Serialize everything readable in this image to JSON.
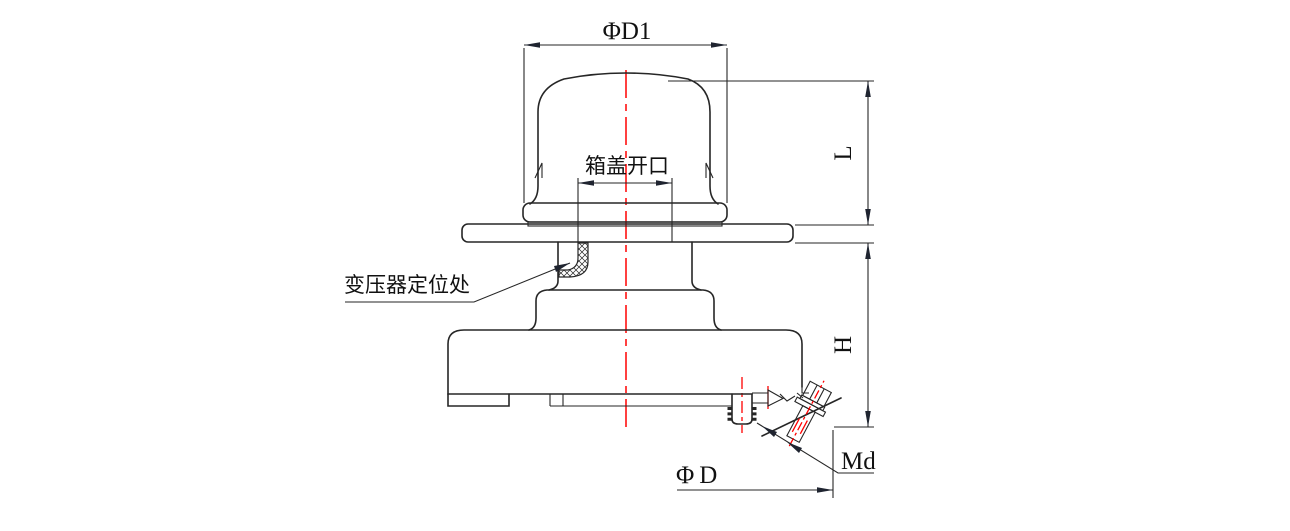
{
  "drawing": {
    "title_hint": "transformer bushing outline drawing",
    "dims": {
      "top_diameter": "ΦD1",
      "cover_opening": "箱盖开口",
      "transformer_locating": "变压器定位处",
      "cap_height": "L",
      "body_height": "H",
      "thread": "Md",
      "bottom_diameter": "ΦD"
    },
    "colors": {
      "line": "#262626",
      "centerline_red": "#ff0000",
      "background": "#ffffff"
    }
  }
}
